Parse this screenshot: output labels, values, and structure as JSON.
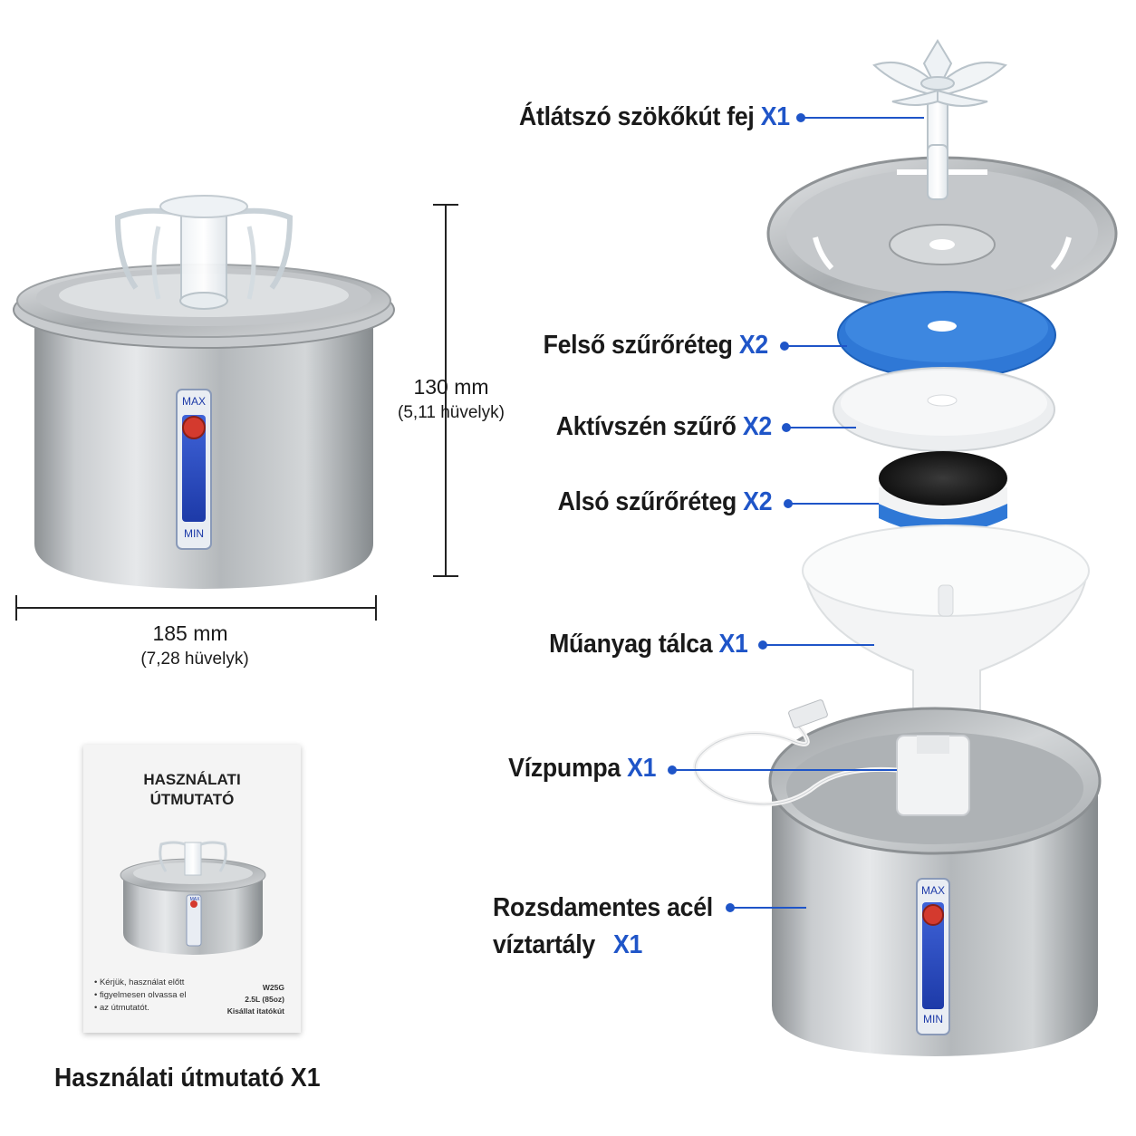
{
  "dimensions": {
    "height_main": "130 mm",
    "height_sub": "(5,11 hüvelyk)",
    "width_main": "185 mm",
    "width_sub": "(7,28 hüvelyk)"
  },
  "gauge": {
    "max": "MAX",
    "min": "MIN"
  },
  "parts": [
    {
      "name": "Átlátszó szökőkút fej",
      "qty": "X1"
    },
    {
      "name": "Felső szűrőréteg",
      "qty": "X2"
    },
    {
      "name": "Aktívszén szűrő",
      "qty": "X2"
    },
    {
      "name": "Alsó szűrőréteg",
      "qty": "X2"
    },
    {
      "name": "Műanyag tálca",
      "qty": "X1"
    },
    {
      "name": "Vízpumpa",
      "qty": "X1"
    },
    {
      "name": "Rozsdamentes acél",
      "name2": "víztartály",
      "qty": "X1"
    }
  ],
  "manual": {
    "title": "HASZNÁLATI\nÚTMUTATÓ",
    "bullets": [
      "Kérjük, használat előtt",
      "figyelmesen olvassa el",
      "az útmutatót."
    ],
    "model": [
      "W25G",
      "2.5L (85oz)",
      "Kisállat itatókút"
    ],
    "gauge_max": "MAX"
  },
  "caption": {
    "name": "Használati útmutató",
    "qty": "X1"
  },
  "colors": {
    "accent": "#1f55c8",
    "steel": "#b9bcbf",
    "filter_blue": "#2f78d6",
    "text": "#1a1a1a"
  }
}
